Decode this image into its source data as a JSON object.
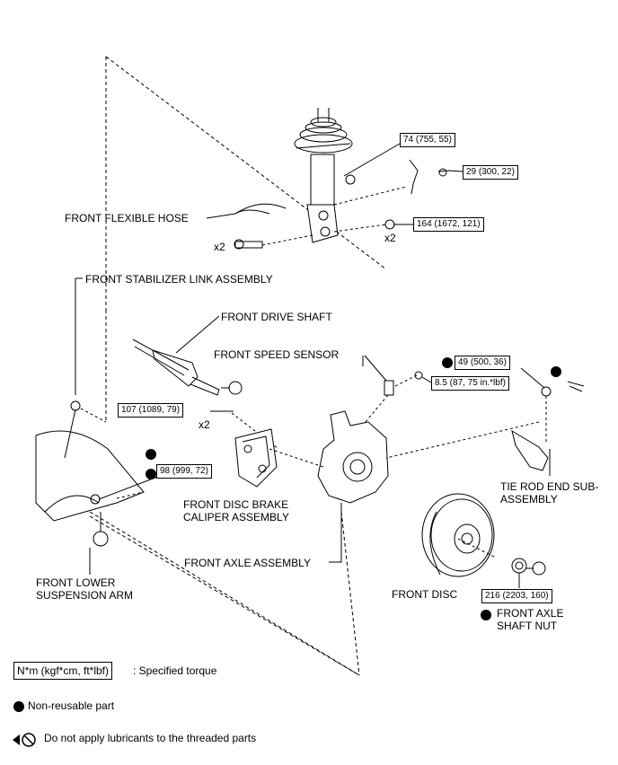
{
  "parts": {
    "front_flexible_hose": "FRONT FLEXIBLE HOSE",
    "front_stabilizer_link": "FRONT STABILIZER LINK ASSEMBLY",
    "front_drive_shaft": "FRONT DRIVE SHAFT",
    "front_speed_sensor": "FRONT SPEED SENSOR",
    "front_disc_brake_caliper_1": "FRONT DISC BRAKE",
    "front_disc_brake_caliper_2": "CALIPER ASSEMBLY",
    "tie_rod_end_1": "TIE ROD END SUB-",
    "tie_rod_end_2": "ASSEMBLY",
    "front_axle_assembly": "FRONT AXLE ASSEMBLY",
    "front_lower_arm_1": "FRONT LOWER",
    "front_lower_arm_2": "SUSPENSION ARM",
    "front_disc": "FRONT DISC",
    "front_axle_nut_1": "FRONT AXLE",
    "front_axle_nut_2": "SHAFT NUT"
  },
  "torques": {
    "strut_nut": "74 (755, 55)",
    "hose_bolt": "29 (300, 22)",
    "strut_bolt": "164 (1672, 121)",
    "tie_rod_nut": "49 (500, 36)",
    "sensor_bolt": "8.5 (87, 75 in.*lbf)",
    "caliper_bolt": "107 (1089, 79)",
    "lower_arm_nut": "98 (999, 72)",
    "axle_nut": "216 (2203, 160)"
  },
  "multipliers": {
    "bolt_left": "x2",
    "nut_right": "x2",
    "caliper": "x2"
  },
  "legend": {
    "torque_box": "N*m (kgf*cm, ft*lbf)",
    "torque_desc": ": Specified torque",
    "nonreusable": "Non-reusable part",
    "no_lube": "Do not apply lubricants to the threaded parts"
  },
  "colors": {
    "line": "#000000",
    "background": "#ffffff"
  }
}
